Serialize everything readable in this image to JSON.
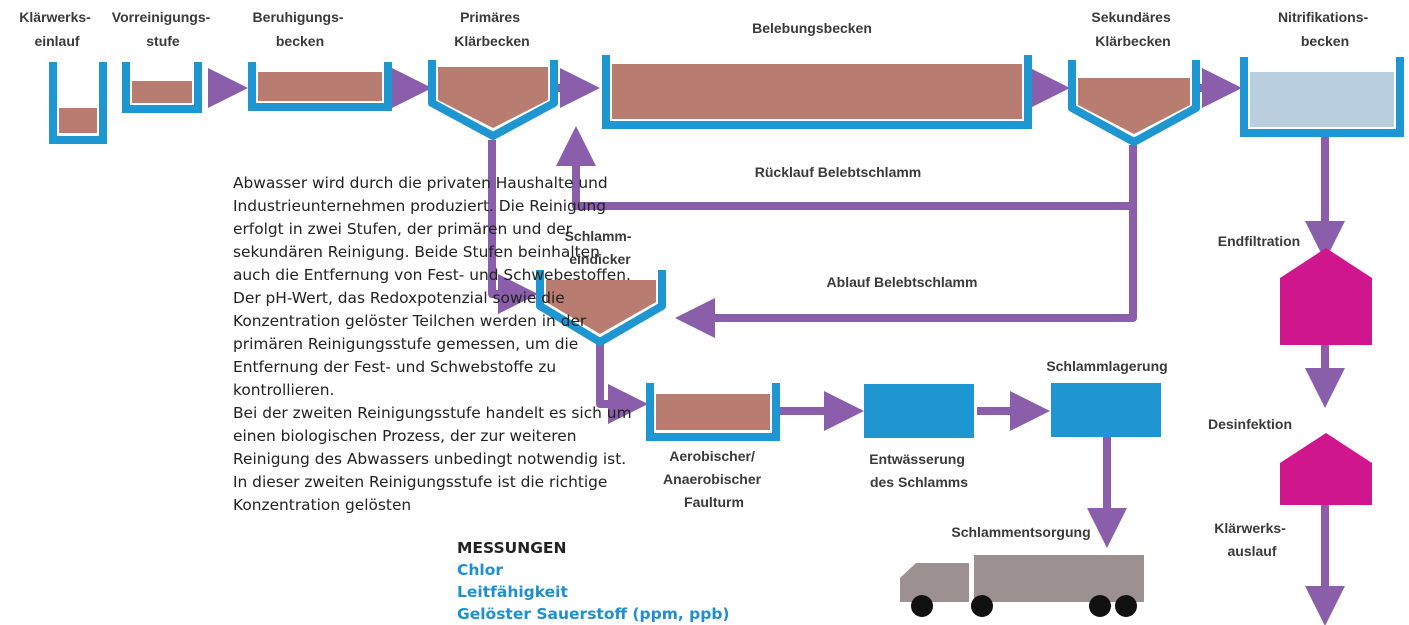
{
  "colors": {
    "tank": "#1e96d2",
    "sludge": "#b97c70",
    "water": "#b9cfe0",
    "arrow": "#8a5eab",
    "filter": "#d0168d",
    "truck": "#9d9090"
  },
  "stages": {
    "inlet": [
      "Klärwerks-",
      "einlauf"
    ],
    "pre_treatment": [
      "Vorreinigungs-",
      "stufe"
    ],
    "settling": [
      "Beruhigungs-",
      "becken"
    ],
    "primary": [
      "Primäres",
      "Klärbecken"
    ],
    "aeration": "Belebungsbecken",
    "secondary": [
      "Sekundäres",
      "Klärbecken"
    ],
    "nitrification": [
      "Nitrifikations-",
      "becken"
    ],
    "thickener": [
      "Schlamm-",
      "eindicker"
    ],
    "digester": [
      "Aerobischer/",
      "Anaerobischer",
      "Faulturm"
    ],
    "dewatering": [
      "Entwässerung",
      "des Schlamms"
    ],
    "storage": "Schlammlagerung",
    "disposal": "Schlammentsorgung",
    "final_filtration": "Endfiltration",
    "disinfection": "Desinfektion",
    "outlet": [
      "Klärwerks-",
      "auslauf"
    ]
  },
  "flows": {
    "return_sludge": "Rücklauf Belebtschlamm",
    "excess_sludge": "Ablauf Belebtschlamm"
  },
  "description": {
    "p1": "Abwasser wird durch die privaten Haushalte und Industrieunternehmen produziert. Die Reinigung erfolgt in zwei Stufen, der primären und der sekundären Reinigung. Beide Stufen beinhalten auch die Entfernung von Fest- und Schwebestoffen. Der pH-Wert, das Redoxpotenzial sowie die Konzentration gelöster Teilchen werden in der primären Reinigungsstufe gemessen, um die Entfernung der Fest- und Schwebstoffe zu kontrollieren.",
    "p2": "Bei der zweiten Reinigungsstufe handelt es sich um einen biologischen Prozess, der zur weiteren Reinigung des Abwassers unbedingt notwendig ist. In dieser zweiten Reinigungsstufe ist die richtige Konzentration gelösten"
  },
  "measurements": {
    "title": "MESSUNGEN",
    "items": [
      "Chlor",
      "Leitfähigkeit",
      "Gelöster Sauerstoff (ppm, ppb)"
    ]
  }
}
